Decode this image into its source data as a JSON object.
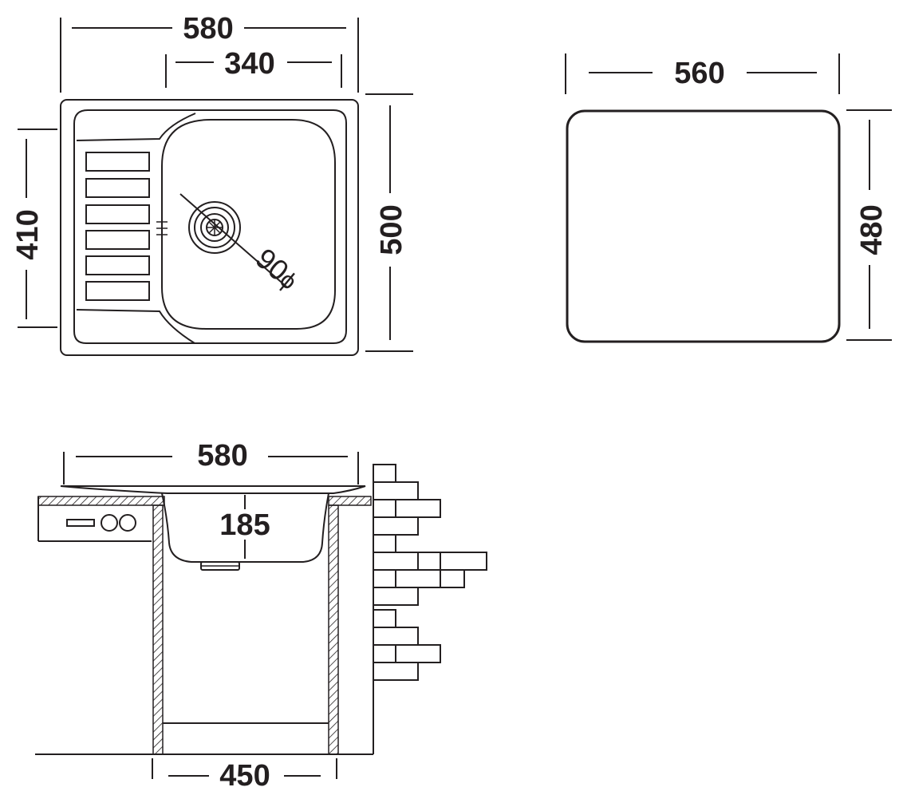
{
  "top_view": {
    "width": "580",
    "bowl_width": "340",
    "height": "410",
    "overall_depth": "500",
    "drain_diameter": "90",
    "diameter_symbol": "ϕ"
  },
  "cutout": {
    "width": "560",
    "height": "480"
  },
  "side_view": {
    "width": "580",
    "bowl_depth": "185",
    "cabinet_width": "450"
  },
  "colors": {
    "line": "#231f20",
    "background": "#ffffff"
  }
}
